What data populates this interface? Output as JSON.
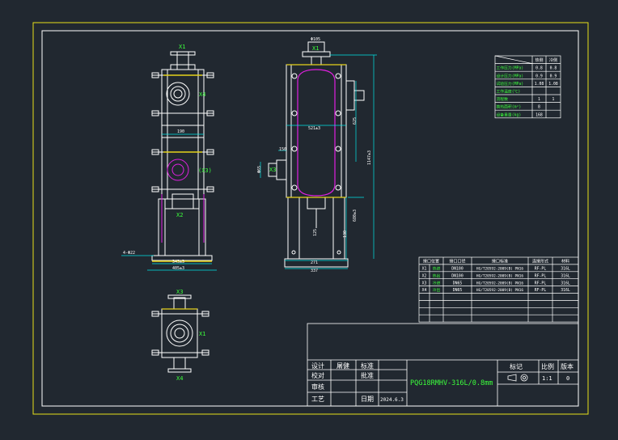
{
  "colors": {
    "background": "#212830",
    "outer_frame": "#e6e01a",
    "line": "#ffffff",
    "dim": "#00e5e5",
    "label": "#3cff3c",
    "magenta": "#e020e0",
    "yellow": "#e6d21a"
  },
  "front_view": {
    "top_nozzle": "X1",
    "side_nozzle": "X4",
    "mid_nozzle": "(X3)",
    "bottom_nozzle": "X2",
    "dim_inner": "190",
    "dim_base_inner": "343±3",
    "dim_base_outer": "405±3",
    "dim_hole": "4-Φ22"
  },
  "side_view": {
    "top_nozzle": "X1",
    "side_nozzle": "X3",
    "dim_top": "Φ105",
    "dim_plate": "521±3",
    "dim_offset": "150",
    "dim_flange": "Φ65",
    "dim_h1": "1147±3",
    "dim_h2": "625",
    "dim_h3": "680±3",
    "dim_h4": "130",
    "dim_base1": "271",
    "dim_base2": "337",
    "dim_leg": "125"
  },
  "top_view": {
    "nozzle_top": "X3",
    "nozzle_right": "X1",
    "nozzle_bottom": "X4"
  },
  "param_table": {
    "header": [
      "",
      "热侧",
      "冷侧"
    ],
    "rows": [
      [
        "工作压力(MPa)",
        "0.8",
        "0.8"
      ],
      [
        "设计压力(MPa)",
        "0.9",
        "0.9"
      ],
      [
        "试验压力(MPa)",
        "1.08",
        "1.08"
      ],
      [
        "工作温度(℃)",
        "",
        ""
      ],
      [
        "流程数",
        "1",
        "1"
      ],
      [
        "换热面积(m²)",
        "8",
        ""
      ],
      [
        "设备重量(kg)",
        "168",
        ""
      ]
    ]
  },
  "nozzle_table": {
    "header": [
      "接口位置",
      "接口口径",
      "接口标准",
      "连接形式",
      "材料"
    ],
    "rows": [
      [
        "X1",
        "热进",
        "DN100",
        "HG/T20592-2009(B) PN16",
        "RF-PL",
        "316L"
      ],
      [
        "X2",
        "热出",
        "DN100",
        "HG/T20592-2009(B) PN16",
        "RF-PL",
        "316L"
      ],
      [
        "X3",
        "冷进",
        "DN65",
        "HG/T20592-2009(B) PN16",
        "RF-PL",
        "316L"
      ],
      [
        "X4",
        "冷出",
        "DN65",
        "HG/T20592-2009(B) PN16",
        "RF-PL",
        "316L"
      ]
    ]
  },
  "title_block": {
    "design": "设计",
    "designer": "屠健",
    "check": "校对",
    "review": "审核",
    "craft": "工艺",
    "standard": "标准",
    "approve": "批准",
    "date_label": "日期",
    "date": "2024.6.3",
    "drawing_no": "PQG18RMHV-316L/0.8mm",
    "mark": "标记",
    "scale_label": "比例",
    "scale": "1:1",
    "version_label": "版本",
    "version": "0"
  }
}
